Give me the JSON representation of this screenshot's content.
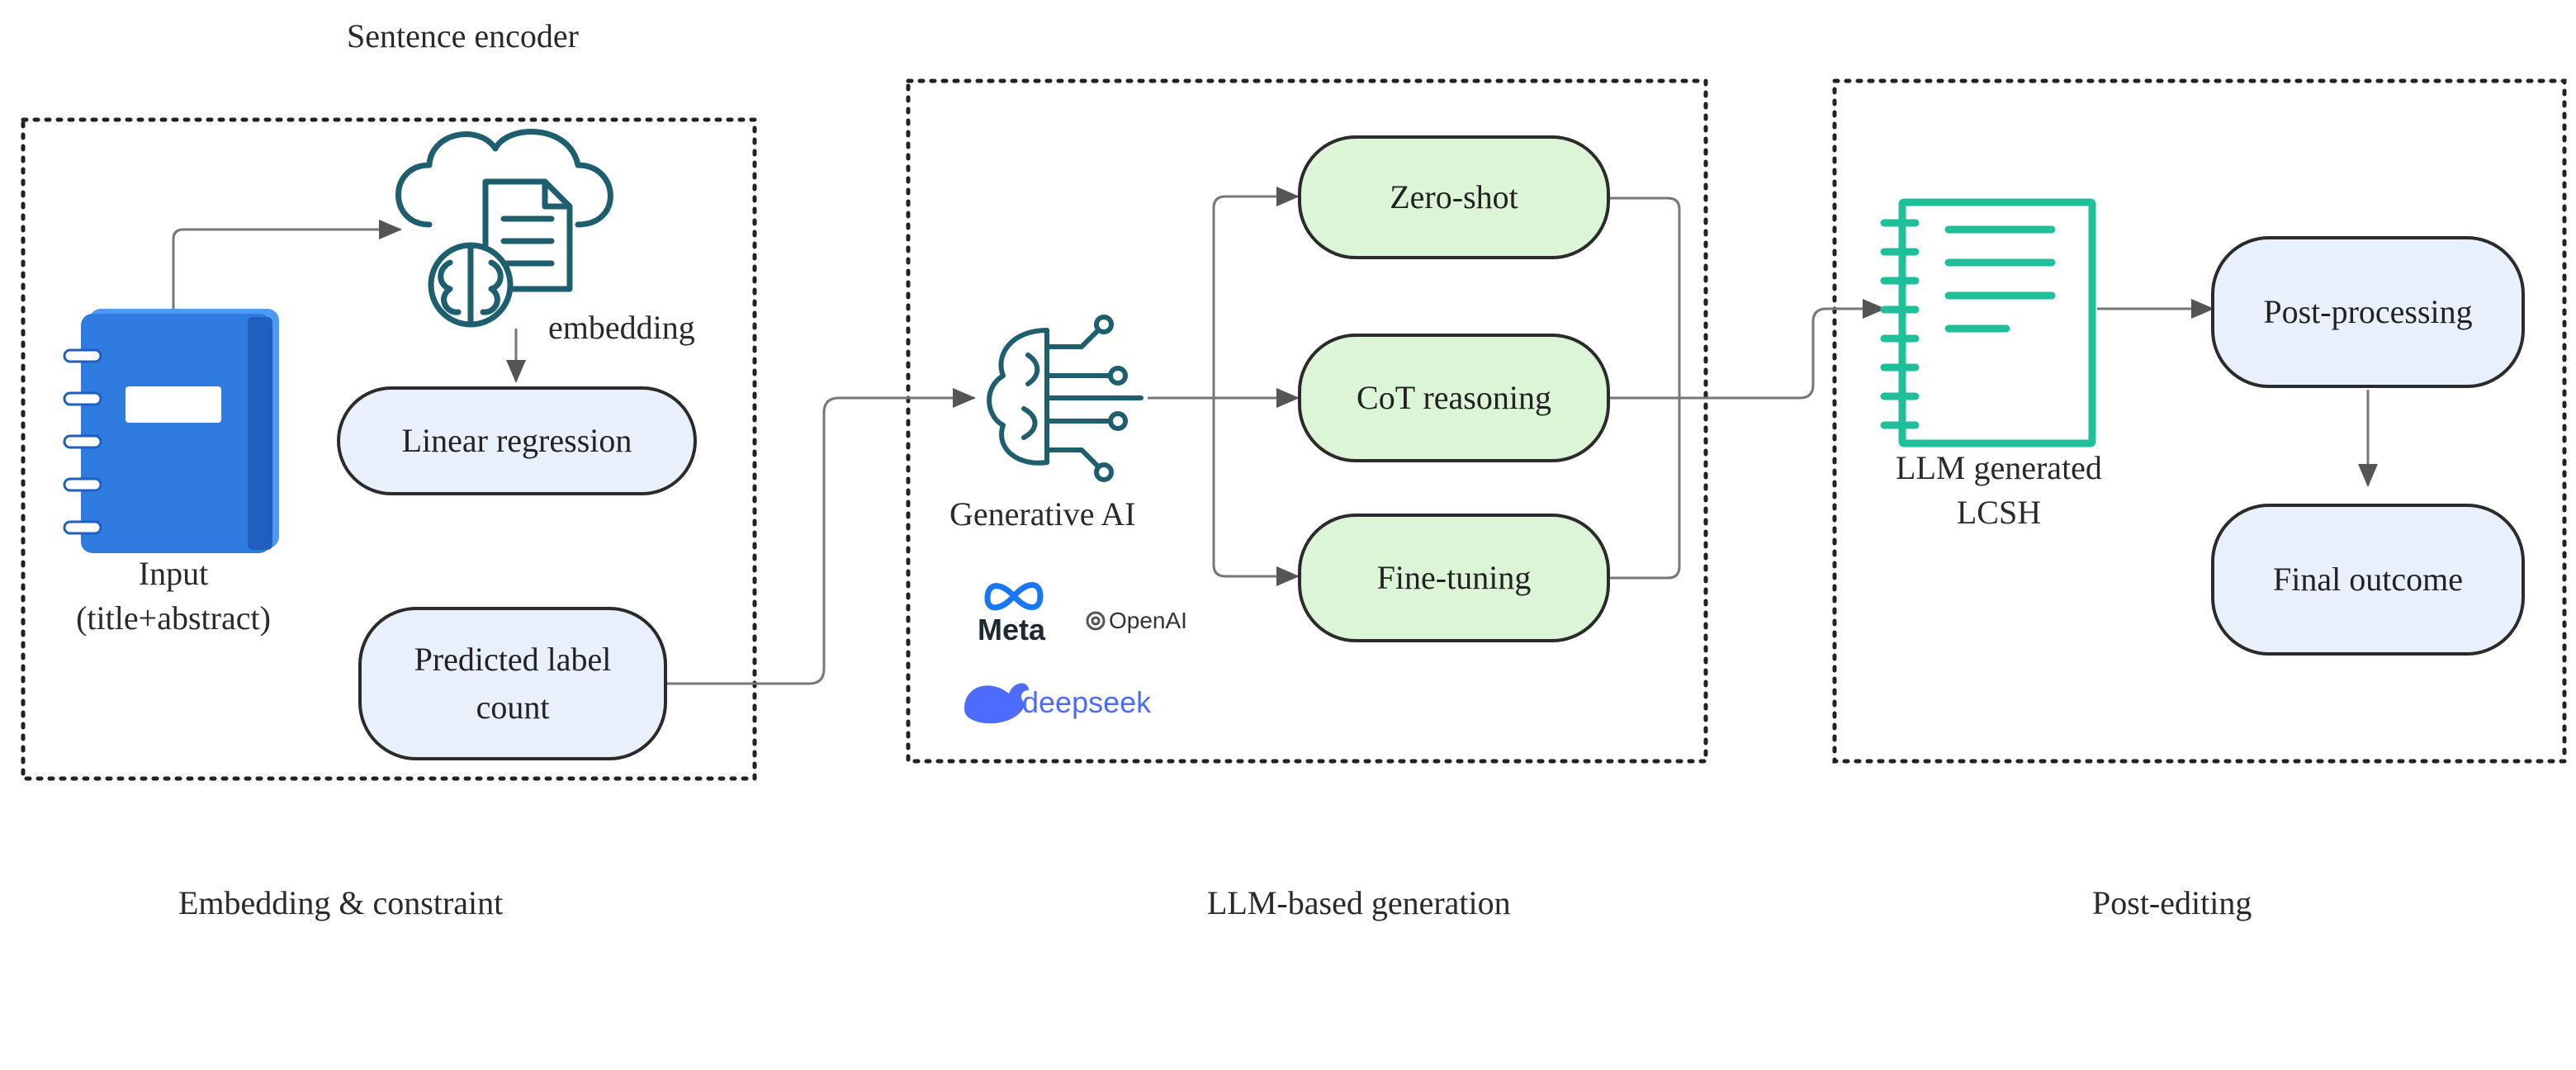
{
  "stages": {
    "embedding": {
      "top_label": "Sentence encoder",
      "bottom_label": "Embedding & constraint"
    },
    "generation": {
      "bottom_label": "LLM-based generation"
    },
    "post": {
      "bottom_label": "Post-editing"
    }
  },
  "nodes": {
    "input": {
      "line1": "Input",
      "line2": "(title+abstract)"
    },
    "embedding": "embedding",
    "linear_regression": "Linear regression",
    "predicted": {
      "line1": "Predicted label",
      "line2": "count"
    },
    "generative_ai": "Generative AI",
    "zero_shot": "Zero-shot",
    "cot": "CoT reasoning",
    "fine_tuning": "Fine-tuning",
    "llm_generated": {
      "line1": "LLM generated",
      "line2": "LCSH"
    },
    "post_processing": "Post-processing",
    "final_outcome": "Final outcome"
  },
  "logos": {
    "meta": "Meta",
    "openai": "OpenAI",
    "deepseek": "deepseek"
  },
  "colors": {
    "box_border": "#2b2b2b",
    "blue_fill": "#e7f0fb",
    "green_fill": "#dcf5d6",
    "book_blue": "#2f7be0",
    "icon_teal": "#1d5f6e",
    "doc_green": "#1fbf9a",
    "deepseek_blue": "#4d6bfe"
  }
}
